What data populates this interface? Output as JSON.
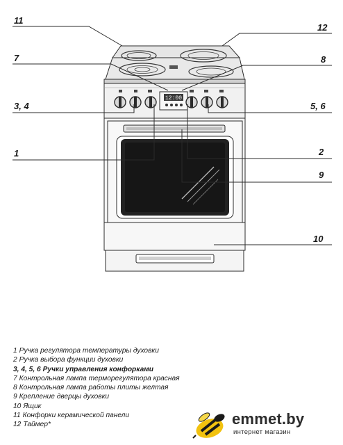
{
  "callouts": {
    "c11": "11",
    "c12": "12",
    "c7": "7",
    "c8": "8",
    "c34": "3, 4",
    "c56": "5, 6",
    "c1": "1",
    "c2": "2",
    "c9": "9",
    "c10": "10"
  },
  "panel": {
    "timer_display": "12:00"
  },
  "legend": [
    {
      "num": "1",
      "text": "Ручка регулятора температуры духовки",
      "bold": false
    },
    {
      "num": "2",
      "text": "Ручка выбора функции духовки",
      "bold": false
    },
    {
      "num": "3, 4, 5, 6",
      "text": "Ручки управления конфорками",
      "bold": true
    },
    {
      "num": "7",
      "text": "Контрольная лампа терморегулятора красная",
      "bold": false
    },
    {
      "num": "8",
      "text": "Контрольная лампа работы плиты  желтая",
      "bold": false
    },
    {
      "num": "9",
      "text": "Крепление дверцы духовки",
      "bold": false
    },
    {
      "num": "10",
      "text": "Ящик",
      "bold": false
    },
    {
      "num": "11",
      "text": "Конфорки керамической панели",
      "bold": false
    },
    {
      "num": "12",
      "text": "Таймер*",
      "bold": false
    }
  ],
  "brand": {
    "name": "emmet.by",
    "tagline": "интернет магазин"
  },
  "colors": {
    "line": "#2b2b2b",
    "cooktop": "#e8e8e8",
    "body": "#f4f4f4",
    "window": "#222222",
    "logo_yellow": "#f2c20f"
  }
}
